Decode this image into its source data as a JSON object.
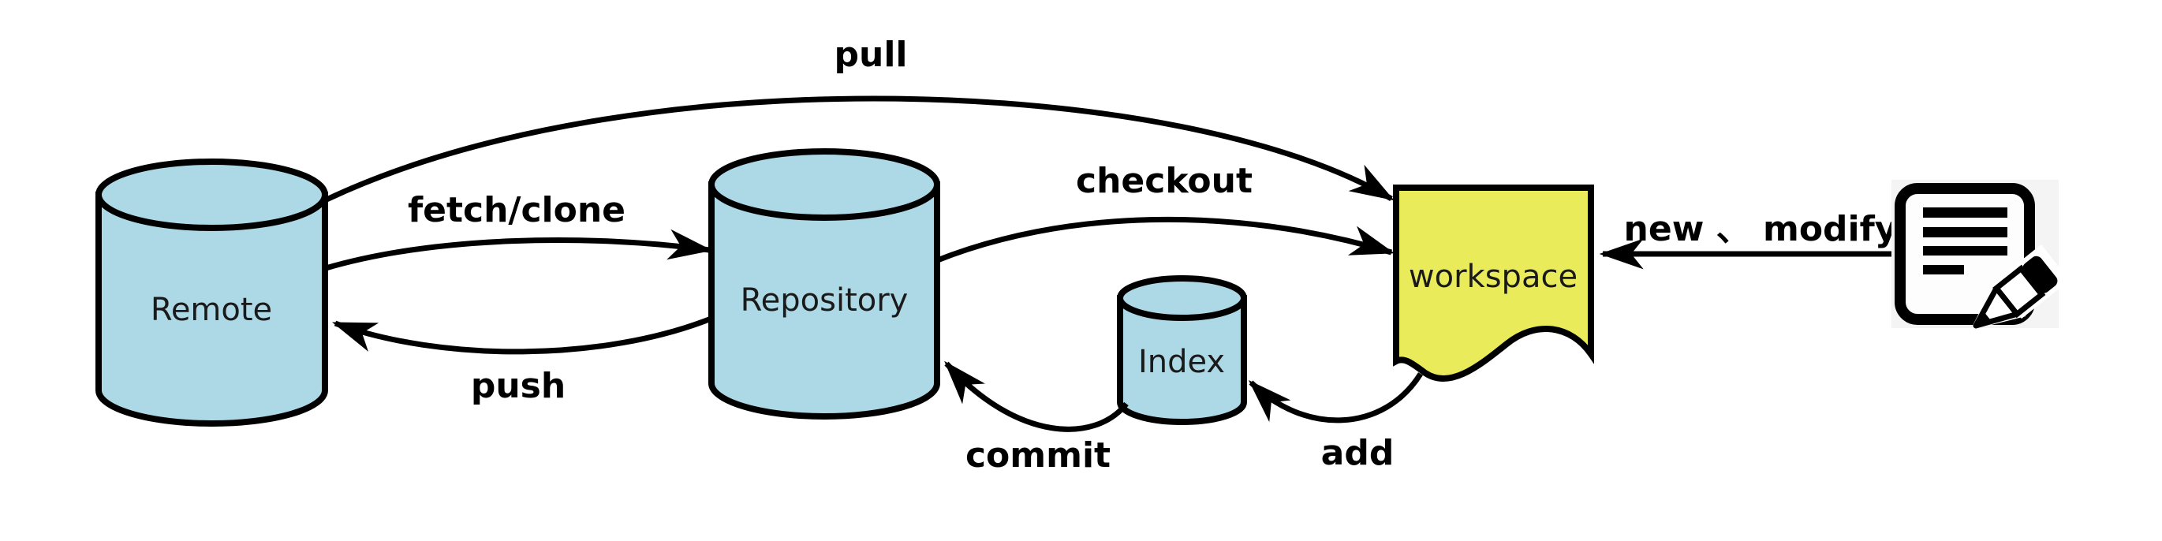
{
  "diagram": {
    "background": "#ffffff",
    "nodes": [
      {
        "id": "remote",
        "label": "Remote",
        "shape": "cylinder",
        "fill": "#add8e6"
      },
      {
        "id": "repository",
        "label": "Repository",
        "shape": "cylinder",
        "fill": "#add8e6"
      },
      {
        "id": "index",
        "label": "Index",
        "shape": "cylinder",
        "fill": "#add8e6"
      },
      {
        "id": "workspace",
        "label": "workspace",
        "shape": "torn-page",
        "fill": "#e9eb5b"
      }
    ],
    "edges": [
      {
        "label": "pull",
        "from": "remote",
        "to": "workspace"
      },
      {
        "label": "fetch/clone",
        "from": "remote",
        "to": "repository"
      },
      {
        "label": "push",
        "from": "repository",
        "to": "remote"
      },
      {
        "label": "checkout",
        "from": "repository",
        "to": "workspace"
      },
      {
        "label": "commit",
        "from": "index",
        "to": "repository"
      },
      {
        "label": "add",
        "from": "workspace",
        "to": "index"
      },
      {
        "label": "new 、 modify",
        "from": "edit-document-icon",
        "to": "workspace"
      }
    ],
    "icons": [
      {
        "id": "edit-document-icon",
        "meaning": "document with pencil (edit files)",
        "background": "#f4f4f4"
      }
    ],
    "colors": {
      "stroke": "#000000",
      "node_fill": "#add8e6",
      "workspace_fill": "#e9eb5b",
      "node_label": "#1a1a1a",
      "edge_label": "#000000",
      "icon_bg": "#f4f4f4",
      "doc_fill": "#fdfdfd"
    }
  }
}
